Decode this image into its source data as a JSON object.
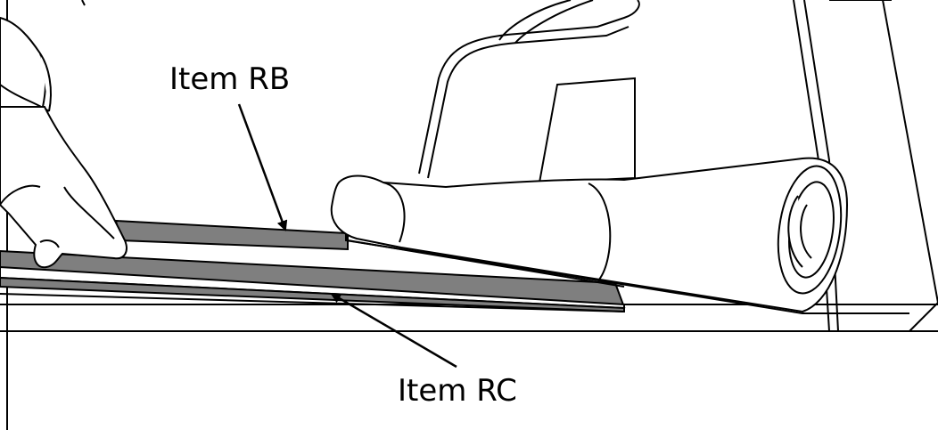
{
  "labels": {
    "item_rb": "Item RB",
    "item_rc": "Item RC"
  },
  "colors": {
    "line": "#000000",
    "gray_fill": "#7f7f7f",
    "background": "#ffffff"
  },
  "icons": [
    "hand-illustration",
    "rolled-sheet-illustration",
    "callout-arrow"
  ]
}
